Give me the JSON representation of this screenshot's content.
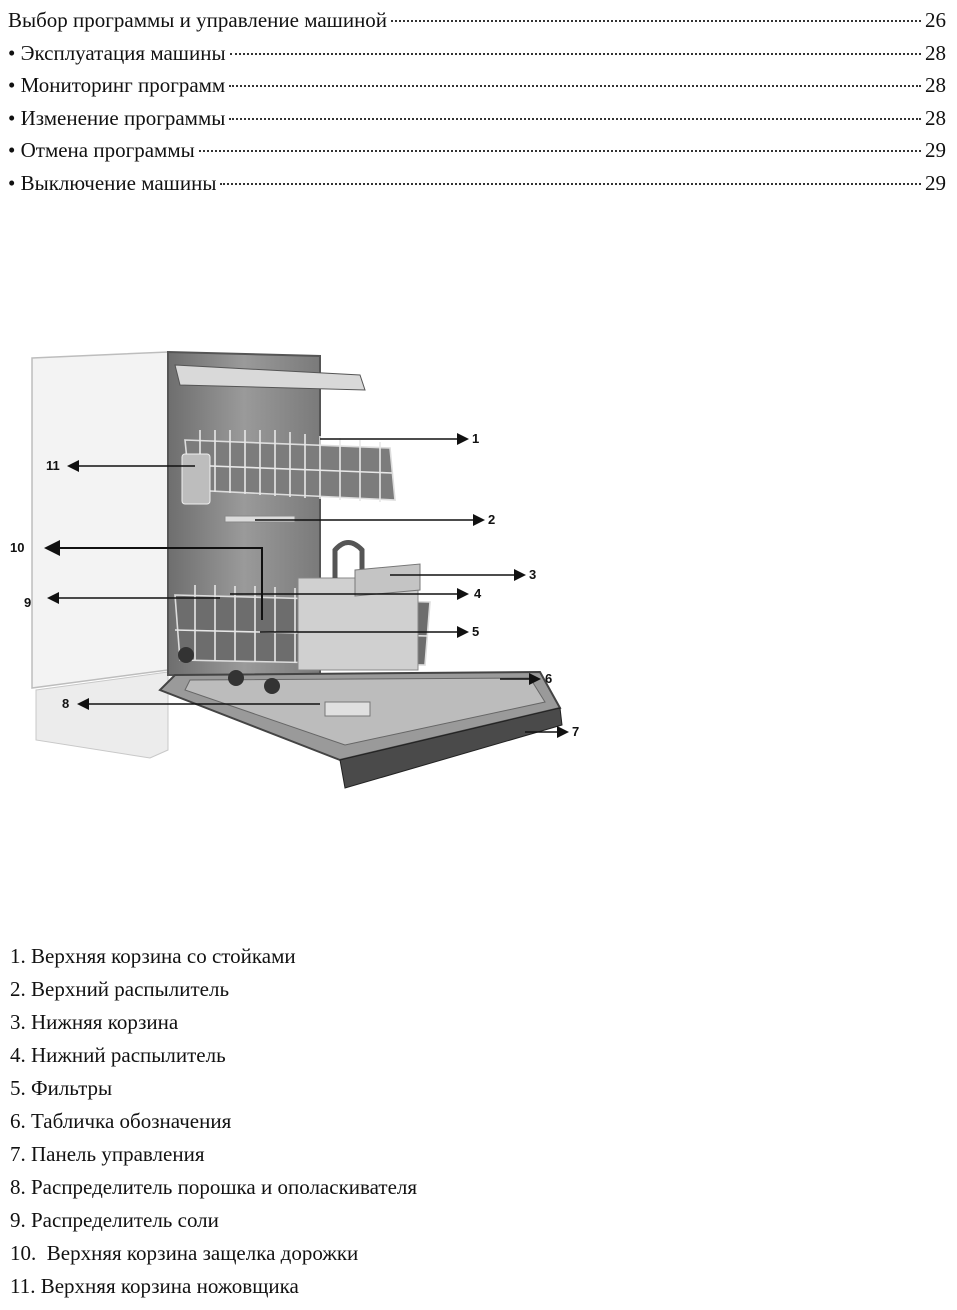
{
  "toc": [
    {
      "title": "Выбор программы и управление машиной",
      "page": "26"
    },
    {
      "title": "• Эксплуатация машины",
      "page": "28"
    },
    {
      "title": "• Мониторинг программ",
      "page": "28"
    },
    {
      "title": "• Изменение программы",
      "page": "28"
    },
    {
      "title": "• Отмена программы",
      "page": "29"
    },
    {
      "title": "• Выключение машины",
      "page": "29"
    }
  ],
  "callouts": [
    "1",
    "2",
    "3",
    "4",
    "5",
    "6",
    "7",
    "8",
    "9",
    "10",
    "11"
  ],
  "legend": [
    "1. Верхняя корзина со стойками",
    "2. Верхний распылитель",
    "3. Нижняя корзина",
    "4. Нижний распылитель",
    "5. Фильтры",
    "6. Табличка обозначения",
    "7. Панель управления",
    "8. Распределитель порошка и ополаскивателя",
    "9. Распределитель соли",
    "10.  Верхняя корзина защелка дорожки",
    "11. Верхняя корзина ножовщика"
  ]
}
